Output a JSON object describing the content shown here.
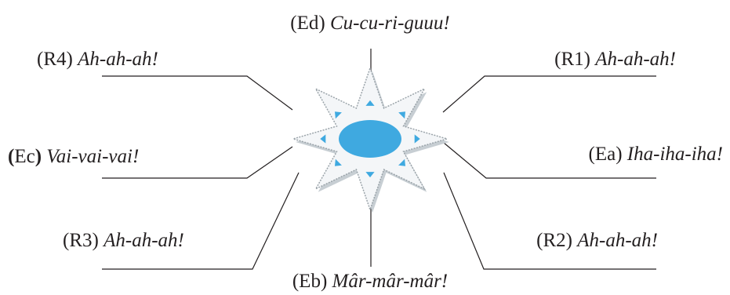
{
  "labels": {
    "ed": {
      "code": "Ed",
      "text": "Cu-cu-ri-guuu!"
    },
    "r4": {
      "code": "R4",
      "text": "Ah-ah-ah!"
    },
    "r1": {
      "code": "R1",
      "text": "Ah-ah-ah!"
    },
    "ec": {
      "code": "Ec",
      "text": "Vai-vai-vai!"
    },
    "ea": {
      "code": "Ea",
      "text": "Iha-iha-iha!"
    },
    "r3": {
      "code": "R3",
      "text": "Ah-ah-ah!"
    },
    "r2": {
      "code": "R2",
      "text": "Ah-ah-ah!"
    },
    "eb": {
      "code": "Eb",
      "text": "Mâr-mâr-mâr!"
    }
  },
  "colors": {
    "ink": "#231f20",
    "center_fill": "#3fa9e0",
    "star_fill": "#f4f6f8",
    "star_outline": "#9aa3a9",
    "star_shadow": "#c7ced3",
    "arrow": "#3fa9e0"
  },
  "icon": "compass-star-icon"
}
